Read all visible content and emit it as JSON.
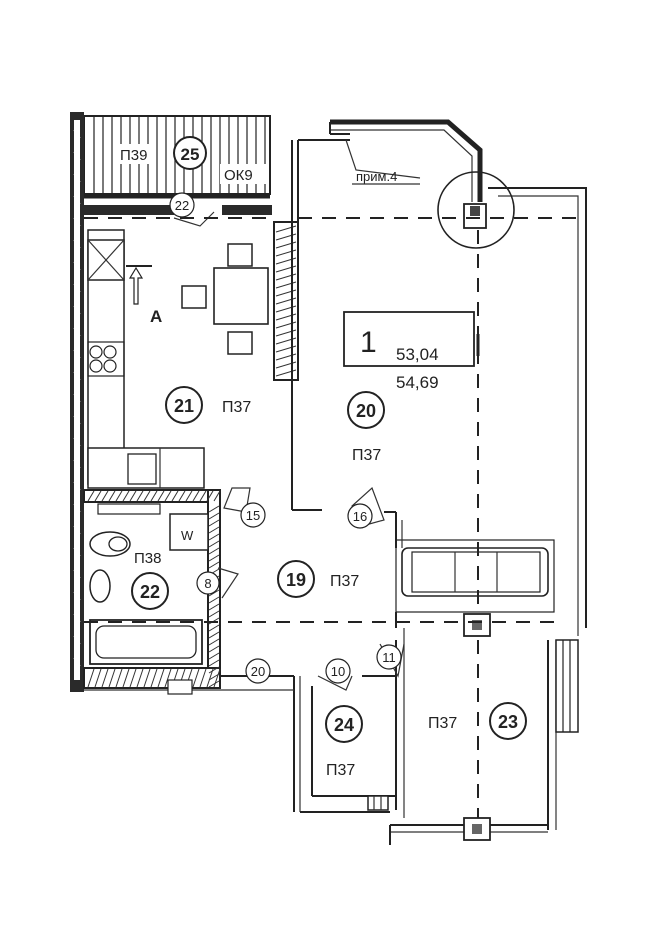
{
  "apartment": {
    "number": "1",
    "area_living": "53,04",
    "area_total": "54,69"
  },
  "rooms": [
    {
      "id": "r25",
      "number": "25",
      "code": "П39"
    },
    {
      "id": "r21",
      "number": "21",
      "code": "П37"
    },
    {
      "id": "r20",
      "number": "20",
      "code": "П37"
    },
    {
      "id": "r19",
      "number": "19",
      "code": "П37"
    },
    {
      "id": "r22",
      "number": "22",
      "code": "П38"
    },
    {
      "id": "r24",
      "number": "24",
      "code": "П37"
    },
    {
      "id": "r23",
      "number": "23",
      "code": "П37"
    }
  ],
  "doors": [
    {
      "id": "d22",
      "number": "22"
    },
    {
      "id": "d15",
      "number": "15"
    },
    {
      "id": "d16",
      "number": "16"
    },
    {
      "id": "d8",
      "number": "8"
    },
    {
      "id": "d20",
      "number": "20"
    },
    {
      "id": "d10",
      "number": "10"
    },
    {
      "id": "d11",
      "number": "11"
    }
  ],
  "labels": {
    "window_code": "ОК9",
    "note": "прим.4",
    "section_mark": "А",
    "washer": "W"
  }
}
